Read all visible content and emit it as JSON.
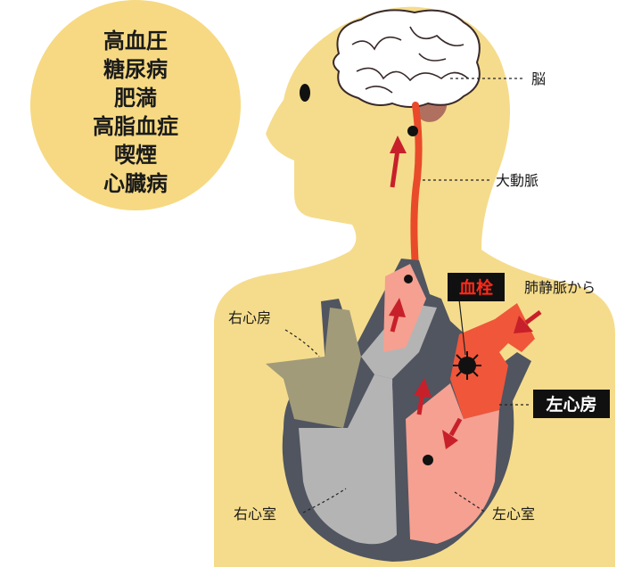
{
  "risk_factors": [
    "高血圧",
    "糖尿病",
    "肥満",
    "高脂血症",
    "喫煙",
    "心臓病"
  ],
  "labels": {
    "brain": "脳",
    "aorta": "大動脈",
    "embolus": "血栓",
    "from_pulmonary_vein": "肺静脈から",
    "right_atrium": "右心房",
    "left_atrium": "左心房",
    "right_ventricle": "右心室",
    "left_ventricle": "左心室"
  },
  "colors": {
    "body": "#f5dc8c",
    "circle": "#f6d982",
    "artery": "#e94a2a",
    "arrow": "#c8202a",
    "left_atrium": "#f0563a",
    "left_ventricle": "#f5a091",
    "right_ventricle": "#b5b4b4",
    "right_atrium": "#a19b7a",
    "heart_wall": "#505560",
    "label_box": "#101010"
  }
}
